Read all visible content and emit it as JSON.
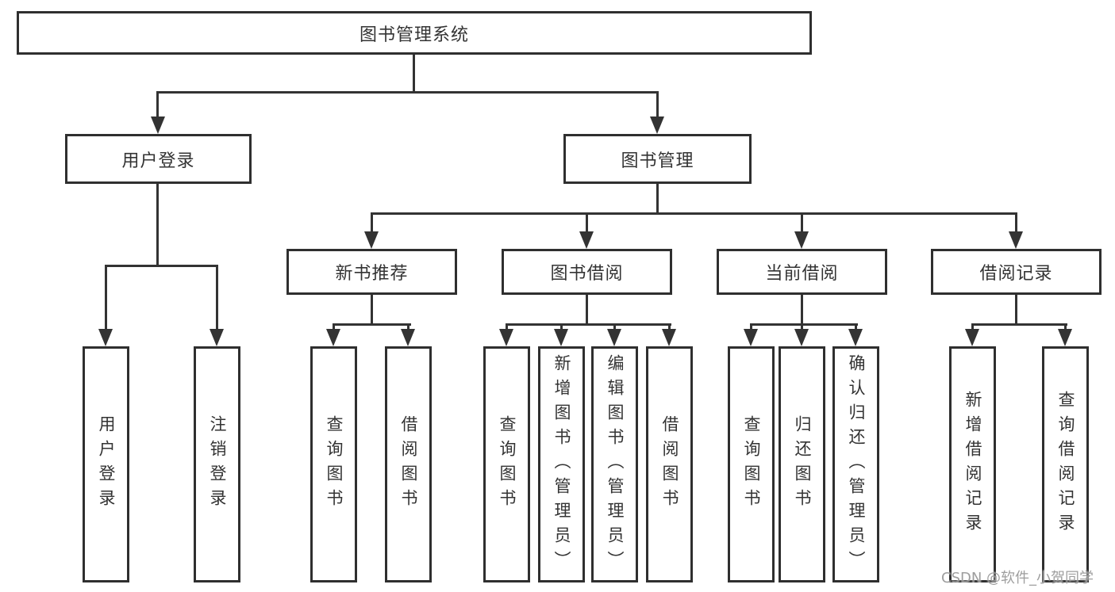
{
  "tree": {
    "root": {
      "label": "图书管理系统",
      "children": [
        {
          "label": "用户登录",
          "children": [
            {
              "label": "用户登录"
            },
            {
              "label": "注销登录"
            }
          ]
        },
        {
          "label": "图书管理",
          "children": [
            {
              "label": "新书推荐",
              "children": [
                {
                  "label": "查询图书"
                },
                {
                  "label": "借阅图书"
                }
              ]
            },
            {
              "label": "图书借阅",
              "children": [
                {
                  "label": "查询图书"
                },
                {
                  "label": "新增图书（管理员）"
                },
                {
                  "label": "编辑图书（管理员）"
                },
                {
                  "label": "借阅图书"
                }
              ]
            },
            {
              "label": "当前借阅",
              "children": [
                {
                  "label": "查询图书"
                },
                {
                  "label": "归还图书"
                },
                {
                  "label": "确认归还（管理员）"
                }
              ]
            },
            {
              "label": "借阅记录",
              "children": [
                {
                  "label": "新增借阅记录"
                },
                {
                  "label": "查询借阅记录"
                }
              ]
            }
          ]
        }
      ]
    }
  },
  "watermark": "CSDN @软件_小贺同学",
  "colors": {
    "line": "#333333",
    "box_border": "#2f2f2f",
    "text": "#333333",
    "watermark_text": "#919191",
    "background": "#ffffff"
  }
}
